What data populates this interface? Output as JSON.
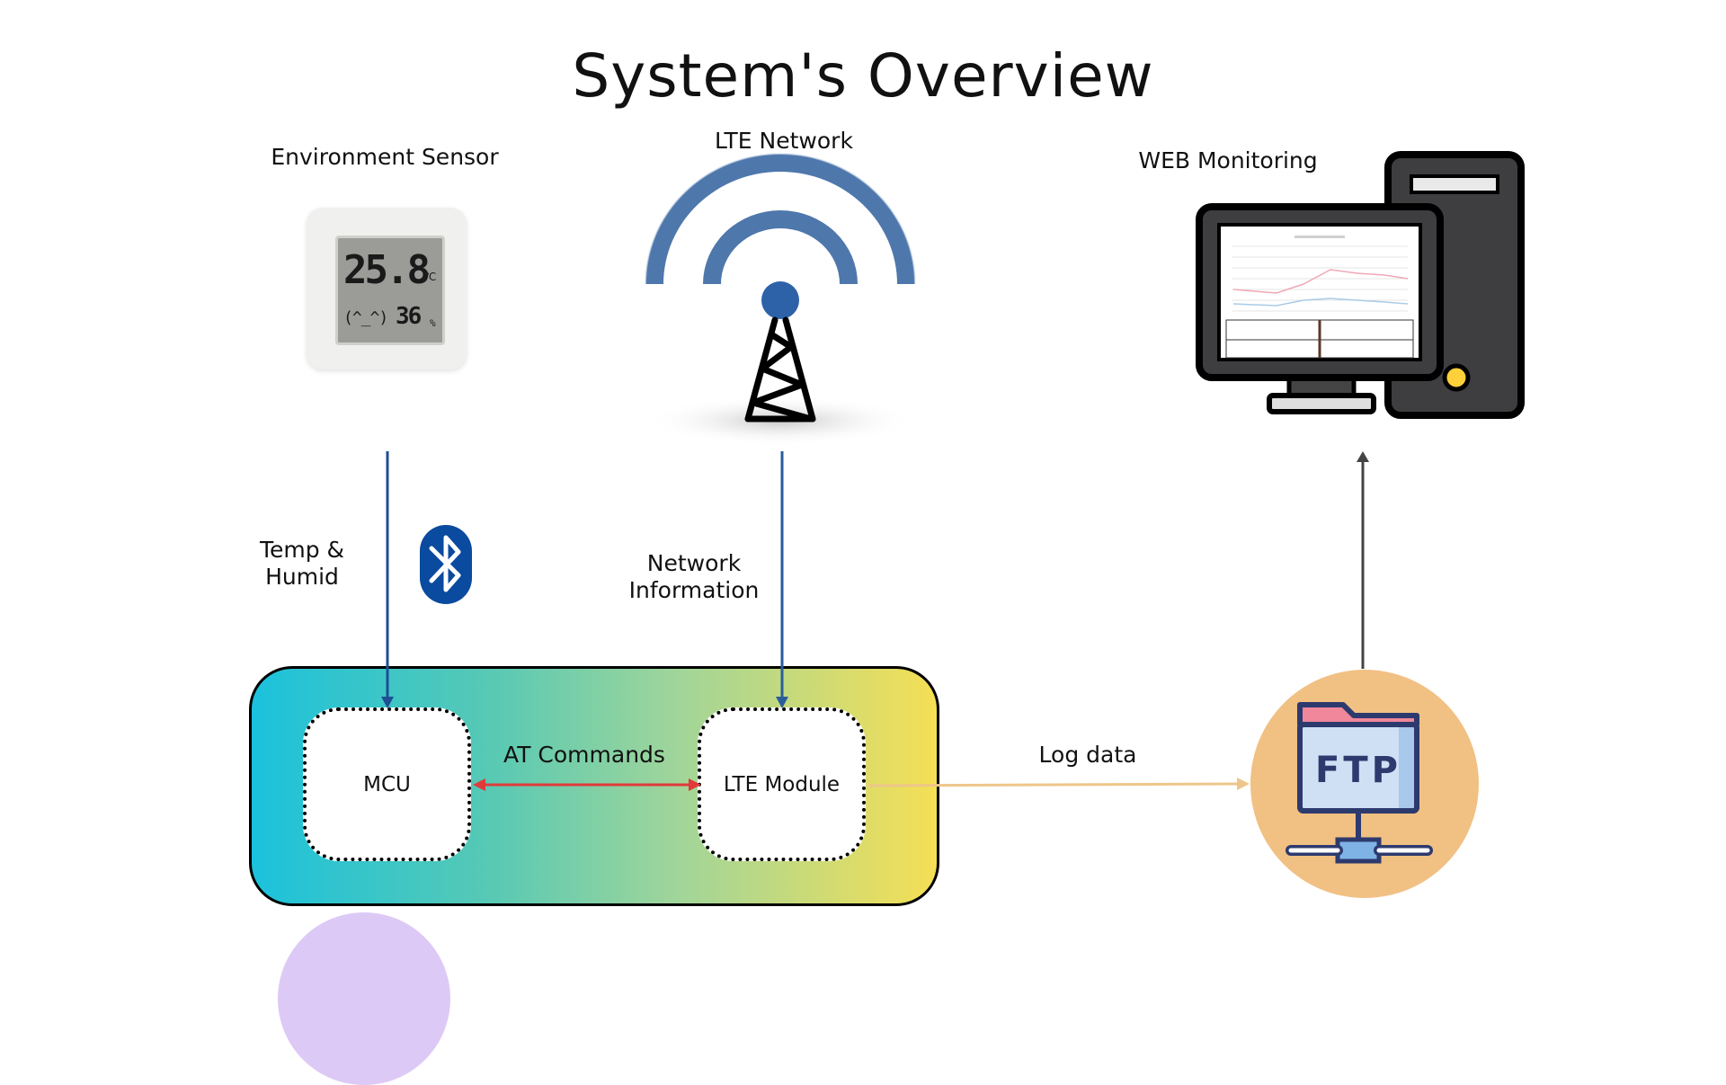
{
  "title": "System's Overview",
  "sensor": {
    "label": "Environment Sensor",
    "temperature": "25.8",
    "temp_unit": "℃",
    "face": "(^_^)",
    "humidity": "36",
    "humidity_unit": "%"
  },
  "lte": {
    "label": "LTE Network"
  },
  "web": {
    "label": "WEB Monitoring"
  },
  "edges": {
    "temp_humid": [
      "Temp &",
      "Humid"
    ],
    "network_info": [
      "Network",
      "Information"
    ],
    "at_commands": "AT Commands",
    "log_data": "Log data"
  },
  "nodes": {
    "mcu": "MCU",
    "lte_module": "LTE Module",
    "ftp": "FTP"
  },
  "colors": {
    "blue_arrow": "#2a5d9c",
    "red_arrow": "#e03a3a",
    "log_arrow": "#eec68a",
    "dark_arrow": "#444444",
    "bluetooth": "#0a4a9f",
    "ftp_circle": "#f1c083",
    "gradient_start": "#1bc2dc",
    "gradient_end": "#f5df55"
  },
  "icons": [
    "bluetooth-icon",
    "signal-waves-icon",
    "tower-icon",
    "desktop-computer-icon",
    "ftp-server-icon",
    "sensor-device-icon"
  ]
}
